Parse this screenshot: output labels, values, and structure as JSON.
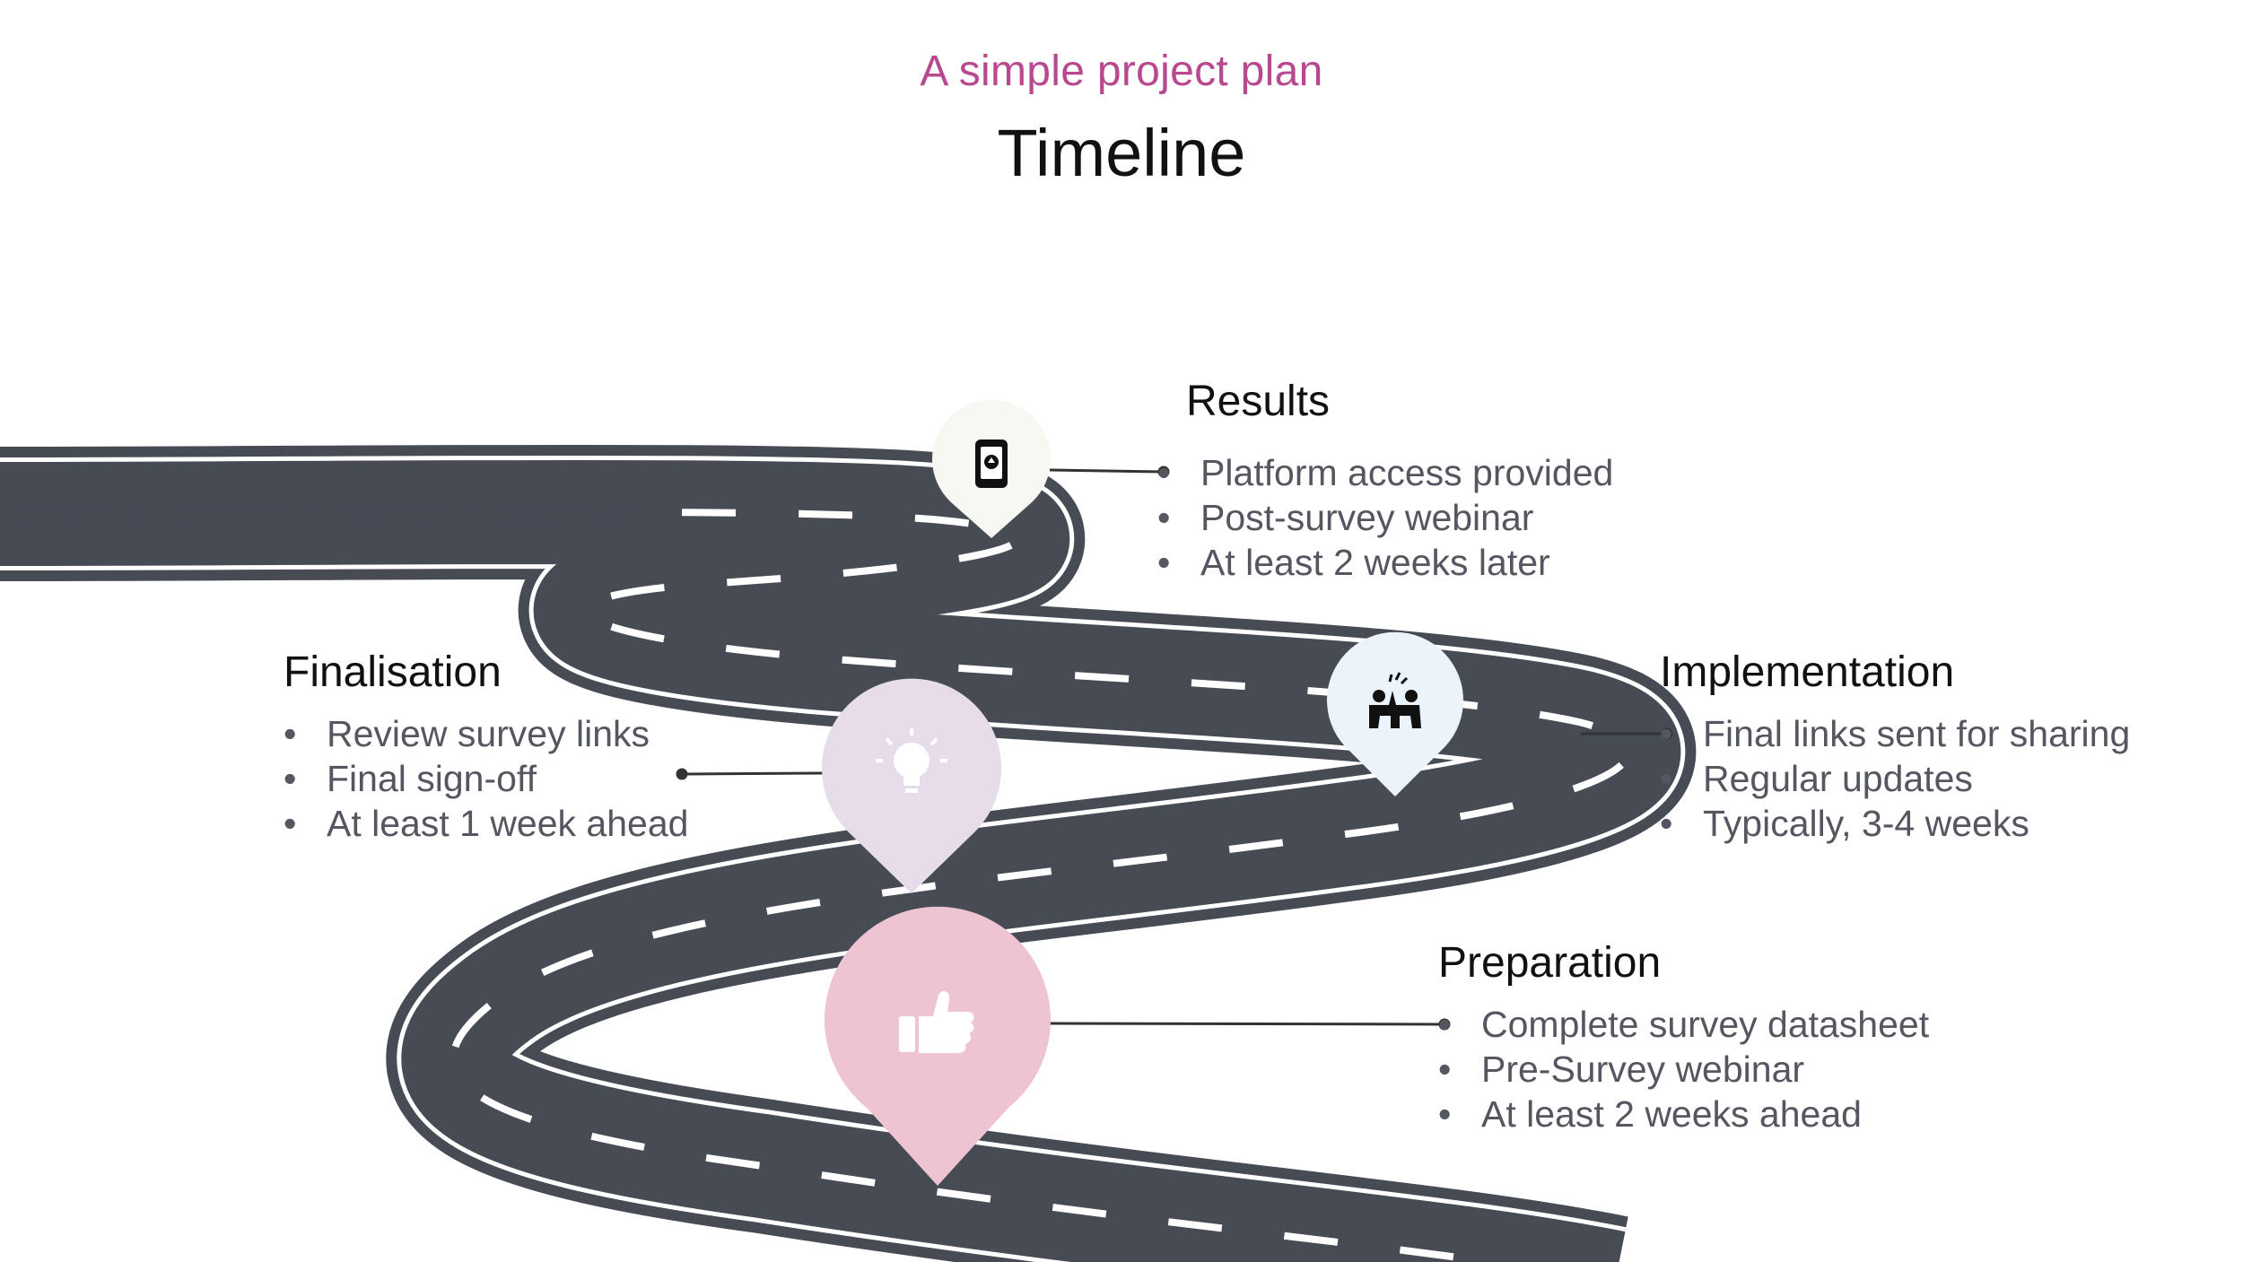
{
  "header": {
    "subtitle": "A simple project plan",
    "title": "Timeline"
  },
  "stages": [
    {
      "key": "results",
      "title": "Results",
      "icon": "smartphone-icon",
      "pin_color": "#f8f8f2",
      "items": [
        "Platform access provided",
        "Post-survey webinar",
        "At least 2 weeks later"
      ]
    },
    {
      "key": "finalisation",
      "title": "Finalisation",
      "icon": "lightbulb-icon",
      "pin_color": "#e6dcea",
      "items": [
        "Review survey links",
        "Final sign-off",
        "At least 1 week ahead"
      ]
    },
    {
      "key": "implementation",
      "title": "Implementation",
      "icon": "high-five-icon",
      "pin_color": "#eaf4fa",
      "items": [
        "Final links sent for sharing",
        "Regular updates",
        "Typically, 3-4 weeks"
      ]
    },
    {
      "key": "preparation",
      "title": "Preparation",
      "icon": "thumbs-up-icon",
      "pin_color": "#efc4d2",
      "items": [
        "Complete survey datasheet",
        "Pre-Survey webinar",
        "At least 2 weeks ahead"
      ]
    }
  ],
  "colors": {
    "accent": "#b8498e",
    "road": "#474b54",
    "lane_marking": "#ffffff",
    "connector": "#333333"
  }
}
